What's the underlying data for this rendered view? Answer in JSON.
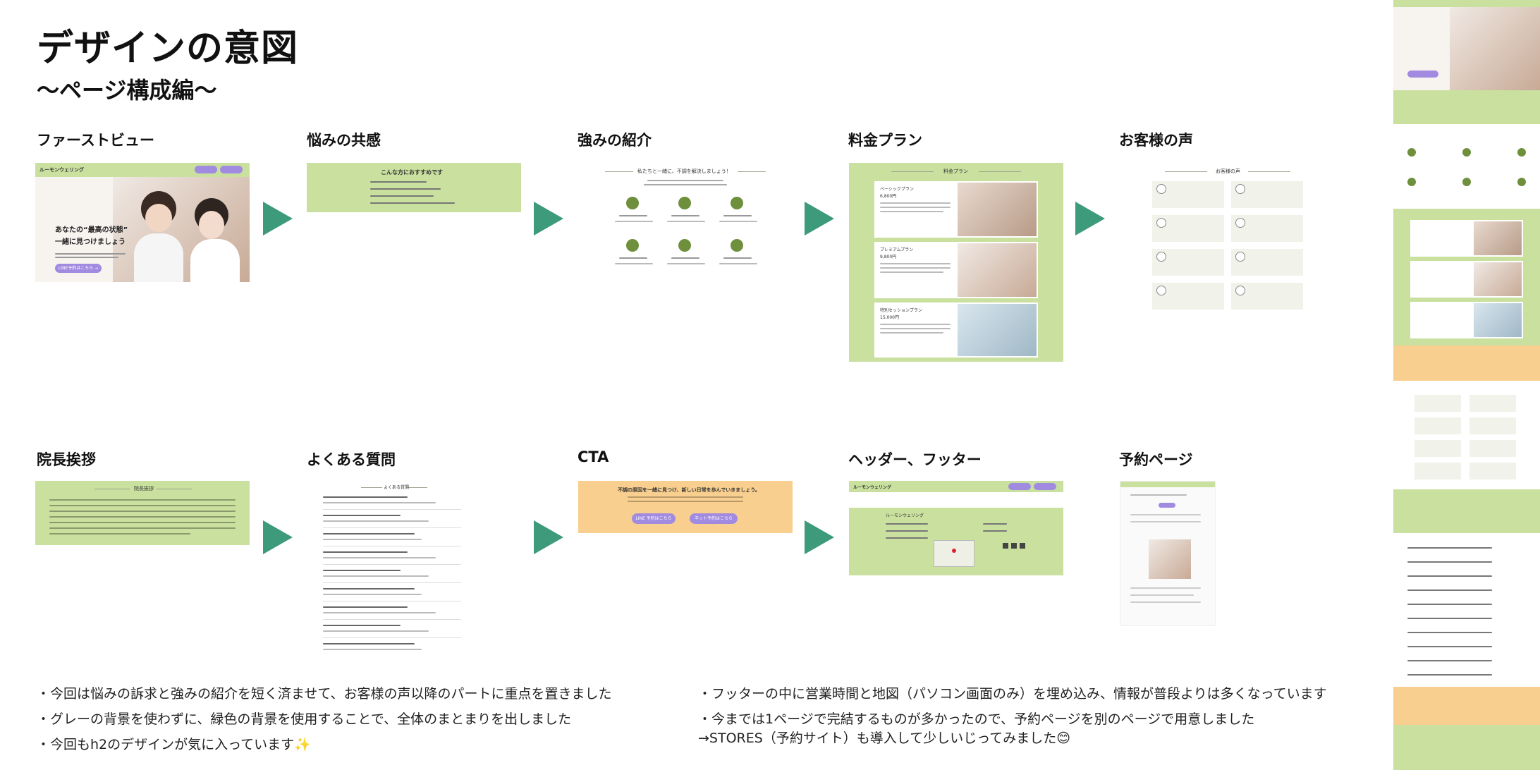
{
  "header": {
    "title": "デザインの意図",
    "subtitle": "〜ページ構成編〜"
  },
  "sections_row1": [
    {
      "label": "ファーストビュー"
    },
    {
      "label": "悩みの共感"
    },
    {
      "label": "強みの紹介"
    },
    {
      "label": "料金プラン"
    },
    {
      "label": "お客様の声"
    }
  ],
  "sections_row2": [
    {
      "label": "院長挨拶"
    },
    {
      "label": "よくある質問"
    },
    {
      "label": "CTA"
    },
    {
      "label": "ヘッダー、フッター"
    },
    {
      "label": "予約ページ"
    }
  ],
  "thumbnails": {
    "firstview": {
      "logo": "ルーモンウェリング",
      "headline1": "あなたの“最高の状態”",
      "headline2": "一緒に見つけましょう",
      "cta": "LINE予約はこちら →"
    },
    "concern": {
      "heading": "こんな方におすすめです"
    },
    "strength": {
      "heading": "私たちと一緒に、不調を解決しましょう！"
    },
    "pricing": {
      "heading": "料金プラン",
      "plans": [
        {
          "name": "ベーシックプラン",
          "price": "6,800円"
        },
        {
          "name": "プレミアムプラン",
          "price": "9,800円"
        },
        {
          "name": "特別セッションプラン",
          "price": "15,000円"
        }
      ]
    },
    "voice": {
      "heading": "お客様の声"
    },
    "greeting": {
      "heading": "院長挨拶"
    },
    "faq": {
      "heading": "よくある質問"
    },
    "cta": {
      "text": "不調の原因を一緒に見つけ、新しい日常を歩んでいきましょう。",
      "btn1": "LINE 予約はこちら",
      "btn2": "ネット予約はこちら"
    },
    "footer": {
      "name": "ルーモンウェリング"
    }
  },
  "notes_left": [
    "・今回は悩みの訴求と強みの紹介を短く済ませて、お客様の声以降のパートに重点を置きました",
    "・グレーの背景を使わずに、緑色の背景を使用することで、全体のまとまりを出しました",
    "・今回もh2のデザインが気に入っています✨"
  ],
  "notes_right": [
    "・フッターの中に営業時間と地図（パソコン画面のみ）を埋め込み、情報が普段よりは多くなっています",
    "・今までは1ページで完結するものが多かったので、予約ページを別のページで用意しました",
    "→STORES（予約サイト）も導入して少しいじってみました😊"
  ],
  "colors": {
    "green_bg": "#c9e09f",
    "arrow": "#3d9a7a",
    "cta_bg": "#f9cf8f",
    "button": "#a18be0"
  }
}
